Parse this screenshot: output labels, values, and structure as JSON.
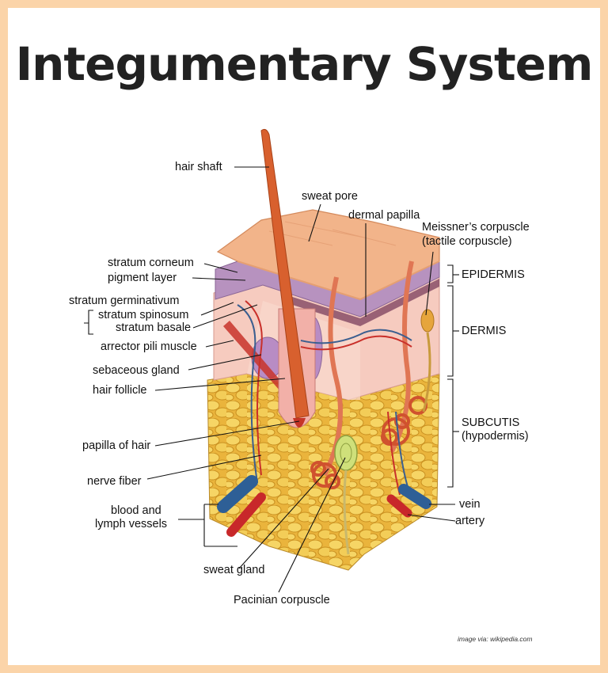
{
  "title": "Integumentary System",
  "credit": "image via: wikipedia.com",
  "colors": {
    "frame": "#fbd4a9",
    "skin_surface": "#f2b48a",
    "epidermis": "#b08ab8",
    "dermis": "#f4c4b8",
    "fat": "#f1c24c",
    "vein": "#2e5f96",
    "artery": "#c8282a"
  },
  "labels": {
    "hair_shaft": "hair shaft",
    "sweat_pore": "sweat pore",
    "dermal_papilla": "dermal papilla",
    "meissner_1": "Meissner’s corpuscle",
    "meissner_2": "(tactile corpuscle)",
    "stratum_corneum": "stratum corneum",
    "pigment_layer": "pigment layer",
    "stratum_germinativum": "stratum germinativum",
    "stratum_spinosum": "stratum spinosum",
    "stratum_basale": "stratum basale",
    "arrector_pili": "arrector pili muscle",
    "sebaceous_gland": "sebaceous gland",
    "hair_follicle": "hair follicle",
    "papilla_of_hair": "papilla of hair",
    "nerve_fiber": "nerve fiber",
    "blood_lymph_1": "blood and",
    "blood_lymph_2": "lymph vessels",
    "sweat_gland": "sweat gland",
    "pacinian": "Pacinian corpuscle",
    "epidermis": "EPIDERMIS",
    "dermis": "DERMIS",
    "subcutis_1": "SUBCUTIS",
    "subcutis_2": "(hypodermis)",
    "vein": "vein",
    "artery": "artery"
  }
}
